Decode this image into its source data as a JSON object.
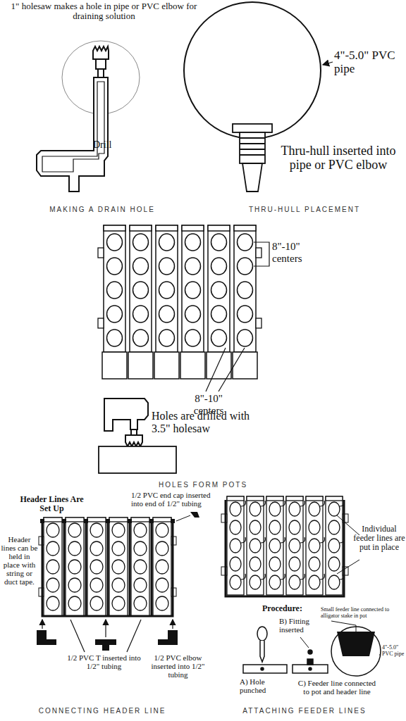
{
  "diagram": {
    "labels": [
      "1\" holesaw makes a hole in pipe or PVC elbow for draining solution",
      "Drill",
      "MAKING A DRAIN HOLE",
      "4\"-5.0\" PVC pipe",
      "Thru-hull inserted into pipe or PVC elbow",
      "THRU-HULL PLACEMENT",
      "8\"-10\" centers",
      "8\"-10\" centers",
      "Holes are drilled with 3.5\" holesaw",
      "HOLES FORM POTS",
      "Header Lines Are Set Up",
      "1/2 PVC end cap inserted into end of 1/2\" tubing",
      "Header lines can be held in place with string or duct tape.",
      "1/2 PVC T inserted into 1/2\" tubing",
      "1/2 PVC elbow inserted into 1/2\" tubing",
      "CONNECTING HEADER LINE",
      "Individual feeder lines are put in place",
      "Procedure:",
      "B) Fitting inserted",
      "Small feeder line connected to alligator stake in pot",
      "4\"-5.0\" PVC pipe",
      "A) Hole punched",
      "C) Feeder line connected to pot and header line",
      "ATTACHING FEEDER LINES"
    ]
  }
}
